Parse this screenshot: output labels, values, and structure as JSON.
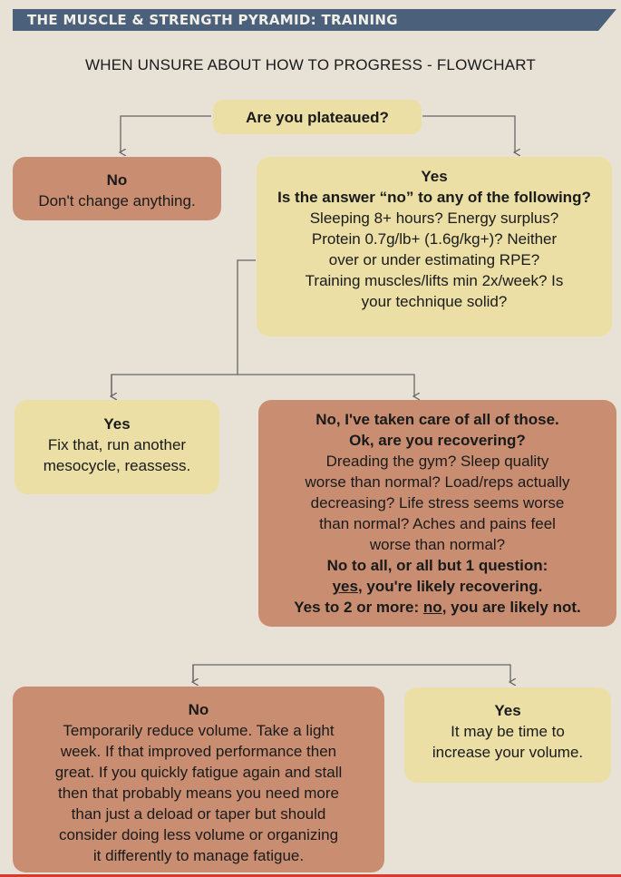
{
  "header": {
    "banner": "THE MUSCLE & STRENGTH PYRAMID: TRAINING",
    "title": "WHEN UNSURE ABOUT HOW TO PROGRESS - FLOWCHART"
  },
  "question": "Are you plateaued?",
  "not_plateaued": {
    "heading": "No",
    "text": "Don't change anything."
  },
  "plateaued": {
    "heading": "Yes",
    "question": "Is the answer “no” to any of the following?",
    "lines": [
      "Sleeping 8+ hours? Energy surplus?",
      "Protein 0.7g/lb+ (1.6g/kg+)? Neither",
      "over or under estimating RPE?",
      "Training muscles/lifts min 2x/week? Is",
      "your technique solid?"
    ]
  },
  "fix_that": {
    "heading": "Yes",
    "lines": [
      "Fix that, run another",
      "mesocycle, reassess."
    ]
  },
  "recovery_check": {
    "heading": "No, I've taken care of all of those.",
    "question": "Ok, are you recovering?",
    "lines": [
      "Dreading the gym? Sleep quality",
      "worse than normal? Load/reps actually",
      "decreasing? Life stress seems worse",
      "than normal? Aches and pains feel",
      "worse than normal?"
    ],
    "rule1_label": "No to all, or all but 1 question:",
    "rule1_yes": "yes",
    "rule1_rest": ", you're likely recovering.",
    "rule2_pre": "Yes to 2 or more: ",
    "rule2_no": "no",
    "rule2_rest": ", you are likely not."
  },
  "not_recovering": {
    "heading": "No",
    "lines": [
      "Temporarily reduce volume. Take a light",
      "week. If that improved performance then",
      "great. If you quickly fatigue again and stall",
      "then that probably means you need more",
      "than just a deload or taper but should",
      "consider doing less volume or organizing",
      "it differently to manage fatigue."
    ]
  },
  "recovering": {
    "heading": "Yes",
    "lines": [
      "It may be time to",
      "increase your volume."
    ]
  },
  "colors": {
    "background": "#e8e2d6",
    "banner": "#4b607a",
    "tan_box": "#ebdfa6",
    "rust_box": "#c98e72",
    "connector": "#666666"
  }
}
